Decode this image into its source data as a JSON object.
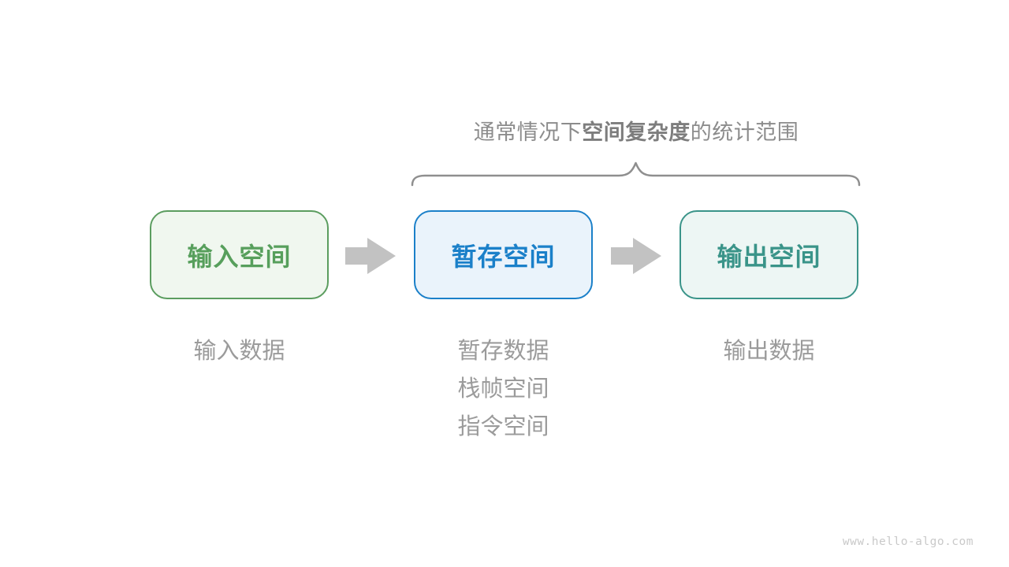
{
  "diagram": {
    "title": {
      "prefix": "通常情况下",
      "bold": "空间复杂度",
      "suffix": "的统计范围"
    },
    "boxes": [
      {
        "id": "input-space",
        "label": "输入空间",
        "border_color": "#5b9d5f",
        "bg_color": "#f0f7ef",
        "text_color": "#579f5c"
      },
      {
        "id": "temp-space",
        "label": "暂存空间",
        "border_color": "#1b80c9",
        "bg_color": "#eaf3fb",
        "text_color": "#1b80c9"
      },
      {
        "id": "output-space",
        "label": "输出空间",
        "border_color": "#3a9489",
        "bg_color": "#edf6f4",
        "text_color": "#3a9489"
      }
    ],
    "notes": {
      "input": [
        "输入数据"
      ],
      "temp": [
        "暂存数据",
        "栈帧空间",
        "指令空间"
      ],
      "output": [
        "输出数据"
      ]
    },
    "watermark": "www.hello-algo.com",
    "colors": {
      "arrow": "#c2c2c2",
      "brace": "#8f8f8f",
      "title_text": "#8c8c8c",
      "note_text": "#9b9b9b",
      "watermark_text": "#c9c9c9"
    }
  }
}
